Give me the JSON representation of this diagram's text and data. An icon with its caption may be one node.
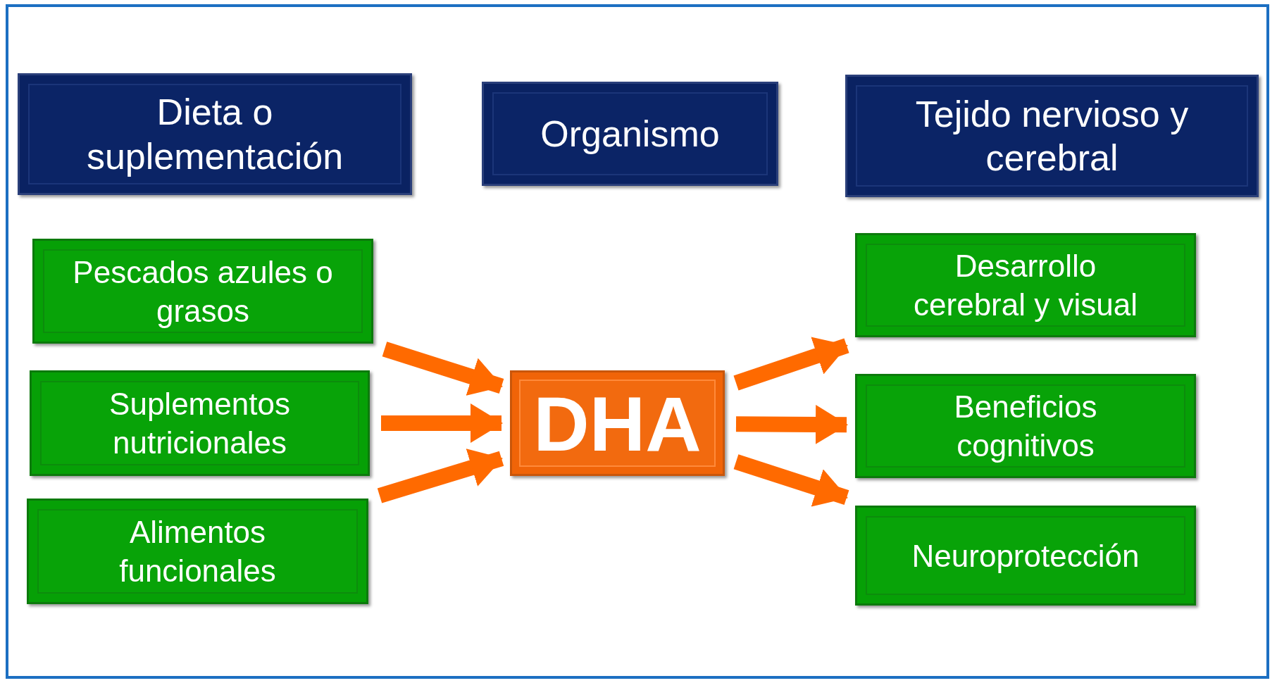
{
  "diagram": {
    "nodes": [
      {
        "text": [
          "Dieta o suplementación"
        ]
      },
      {
        "text": [
          "Organismo"
        ]
      },
      {
        "text": [
          "Tejido nervioso y cerebral"
        ]
      },
      {
        "text": [
          "Pescados azules o grasos"
        ]
      },
      {
        "text": [
          "Suplementos nutricionales"
        ]
      },
      {
        "text": [
          "Alimentos funcionales"
        ]
      },
      {
        "text": [
          "DHA"
        ]
      },
      {
        "text": [
          "Desarrollo cerebral y visual"
        ]
      },
      {
        "text": [
          "Beneficios cognitivos"
        ]
      },
      {
        "text": [
          "Neuroprotección"
        ]
      }
    ],
    "edges": [
      {
        "from": 3,
        "to": 6,
        "arrow": "to"
      },
      {
        "from": 4,
        "to": 6,
        "arrow": "to"
      },
      {
        "from": 5,
        "to": 6,
        "arrow": "to"
      },
      {
        "from": 6,
        "to": 7,
        "arrow": "to"
      },
      {
        "from": 6,
        "to": 8,
        "arrow": "to"
      },
      {
        "from": 6,
        "to": 9,
        "arrow": "to"
      }
    ]
  }
}
